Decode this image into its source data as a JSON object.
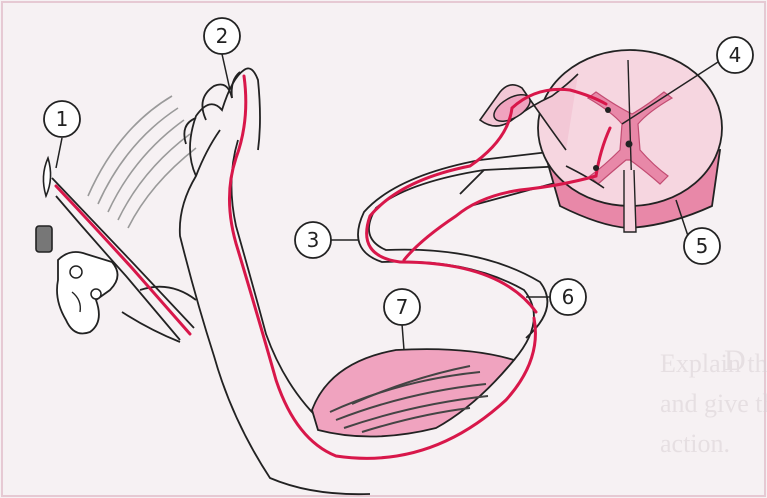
{
  "labels": {
    "l1": "1",
    "l2": "2",
    "l3": "3",
    "l4": "4",
    "l5": "5",
    "l6": "6",
    "l7": "7"
  },
  "background_text": {
    "line1": "D",
    "line2": "Explain the pathway of the impulse",
    "line3": "and give the importance of the reflex",
    "line4": "action."
  },
  "colors": {
    "nerve": "#d8174a",
    "gray_matter_light": "#f3c8d6",
    "gray_matter_dark": "#e888a8",
    "muscle": "#f0a3bf",
    "outline": "#222222",
    "page_bg": "#f6f1f3"
  }
}
